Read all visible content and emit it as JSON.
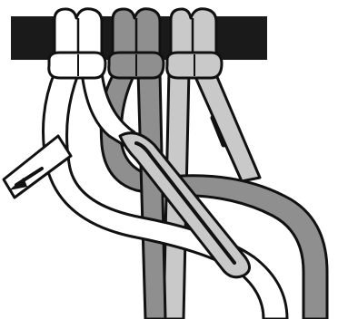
{
  "diagram": {
    "subject": "macrame-knot-tying-step",
    "colors": {
      "background": "#ffffff",
      "dowel": "#1a1a1a",
      "outline": "#111111",
      "cord_white": "#ffffff",
      "cord_dark_gray": "#8f8f8f",
      "cord_light_gray": "#c9c9c9",
      "direction_arrow": "#111111"
    },
    "cords": [
      {
        "id": "white-cord",
        "color": "cord_white"
      },
      {
        "id": "dark-gray-cord",
        "color": "cord_dark_gray"
      },
      {
        "id": "light-gray-cord",
        "color": "cord_light_gray"
      }
    ],
    "arrows": [
      {
        "id": "pull-left-arrow",
        "direction": "left"
      },
      {
        "id": "pull-down-arrow",
        "direction": "down"
      }
    ]
  }
}
